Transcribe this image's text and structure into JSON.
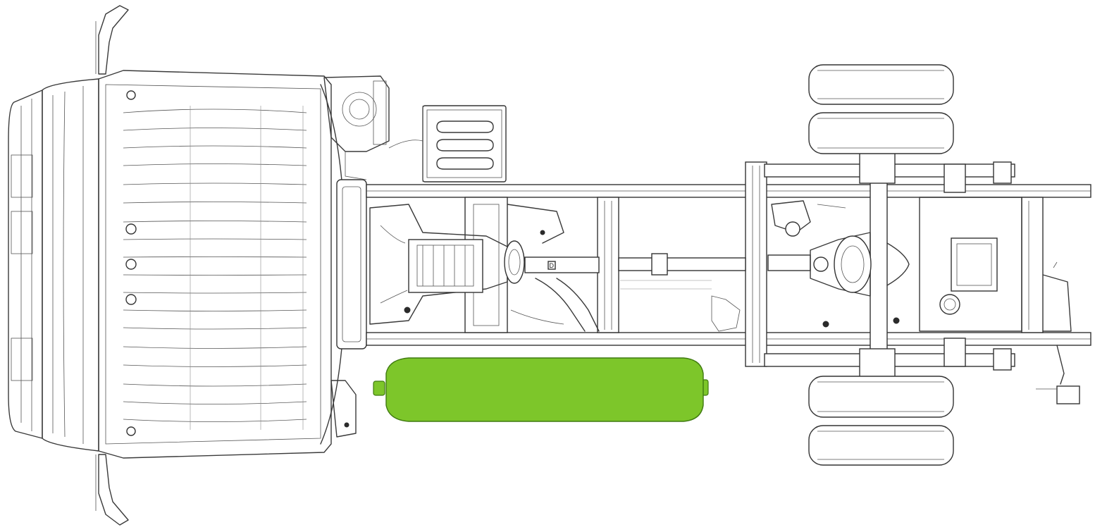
{
  "diagram": {
    "subject": "truck-chassis-top-view",
    "colors": {
      "line": "#3a3a3a",
      "background": "#ffffff",
      "highlight_tank": "#7dc62a",
      "highlight_tank_stroke": "#3f7a10"
    },
    "labels": {
      "small_box_letter": "D"
    },
    "wheels": {
      "rear_axle": "dual",
      "count_visible": 4
    }
  }
}
